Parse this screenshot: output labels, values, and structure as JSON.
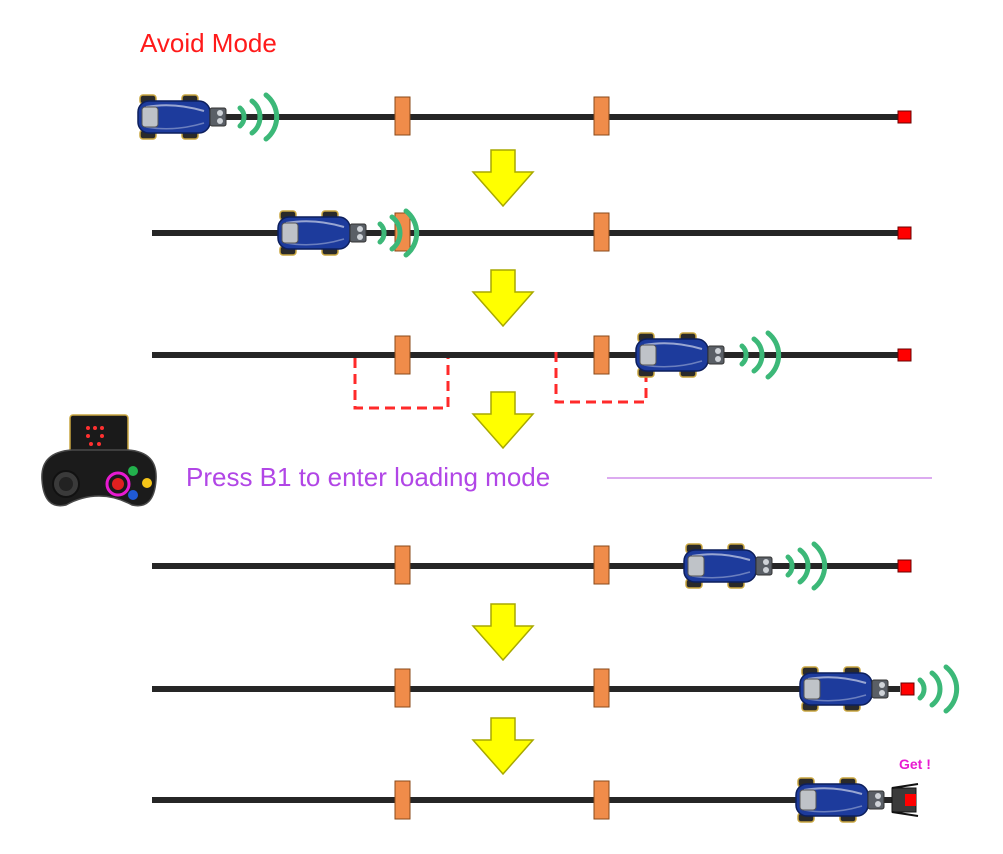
{
  "diagram": {
    "title": "Avoid Mode",
    "instruction": "Press B1 to enter loading mode",
    "final_label": "Get !",
    "colors": {
      "title": "#ff1a1a",
      "instruction": "#b146e6",
      "final_label": "#e81ad1",
      "track": "#262626",
      "obstacle": "#f08c4a",
      "target": "#ff0000",
      "arrow": "#ffff00",
      "signal": "#3cb878",
      "car_body": "#1d3b9c",
      "path_hint": "#ff2a2a"
    },
    "icons": [
      "car-icon",
      "obstacle-icon",
      "target-icon",
      "down-arrow-icon",
      "ultrasonic-signal-icon",
      "gamepad-controller-icon",
      "button-b1-icon"
    ],
    "steps": 6
  }
}
